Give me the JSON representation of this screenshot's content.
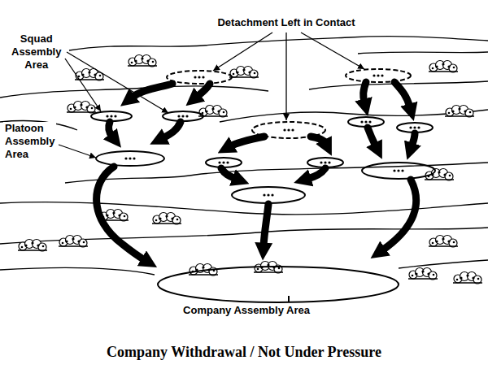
{
  "diagram": {
    "title": "Company Withdrawal / Not Under Pressure",
    "labels": [
      "Detachment Left in Contact",
      "Squad Assembly Area",
      "Platoon Assembly Area",
      "Company Assembly Area"
    ]
  }
}
